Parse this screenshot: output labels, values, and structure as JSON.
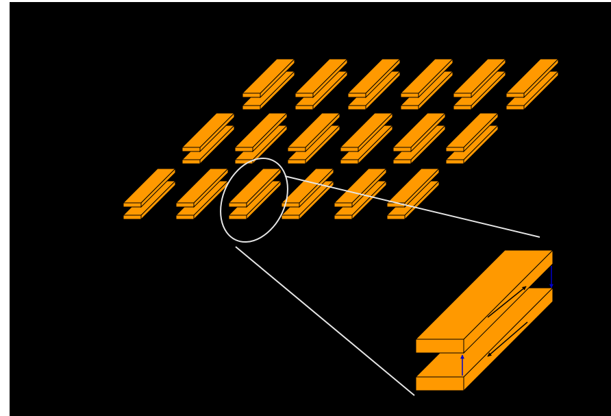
{
  "colors": {
    "background": "#000000",
    "page": "#ffffff",
    "plate_fill": "#ff9900",
    "plate_stroke": "#000000",
    "callout_stroke": "#e6e6e6",
    "arrow": "#0000cc"
  },
  "array": {
    "rows": 3,
    "columns": 6,
    "element_shape": "pair-of-stacked-plates"
  },
  "callout": {
    "type": "ellipse-with-leader-lines",
    "target": "row-3-column-3"
  }
}
